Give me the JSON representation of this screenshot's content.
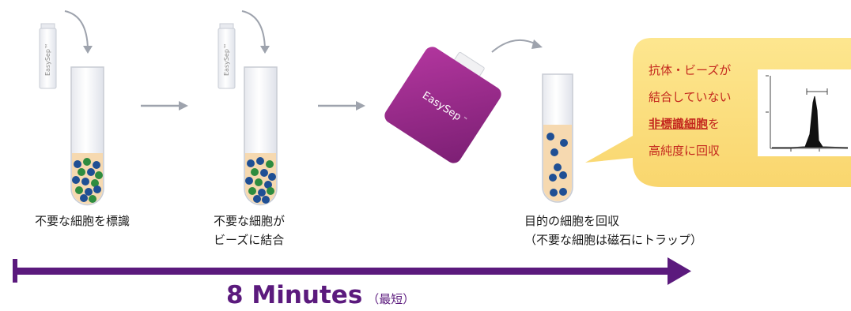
{
  "steps": [
    {
      "caption_lines": [
        "不要な細胞を標識"
      ]
    },
    {
      "caption_lines": [
        "不要な細胞が",
        "ビーズに結合"
      ]
    },
    {
      "caption_lines": [
        "目的の細胞を回収",
        "（不要な細胞は磁石にトラップ）"
      ]
    }
  ],
  "reagent_label": "EasySep™",
  "magnet_label": "EasySep",
  "magnet_tm": "™",
  "callout": {
    "line1": "抗体・ビーズが",
    "line2": "結合していない",
    "emphasis": "非標識細胞",
    "line3_suffix": "を",
    "line4": "高純度に回収"
  },
  "timeline": {
    "value": "8 Minutes",
    "note": "（最短）"
  },
  "colors": {
    "purple": "#5b1a7d",
    "magnet": "#9b2a8c",
    "fluid": "#f6d9b0",
    "cell_blue": "#1f4f94",
    "cell_green": "#2e8c3f",
    "callout_bg": "#fde48a",
    "callout_text": "#c4281e"
  }
}
